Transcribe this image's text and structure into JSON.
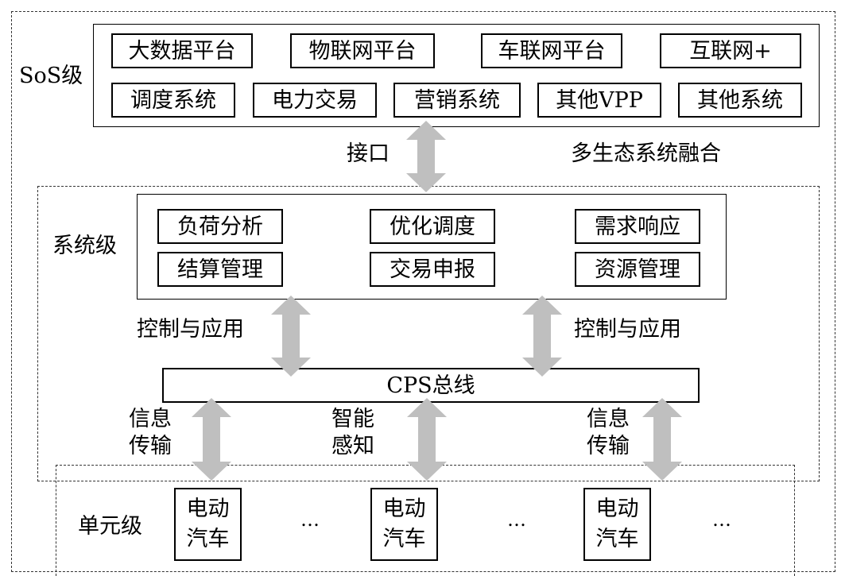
{
  "sos": {
    "label": "SoS级",
    "row1": [
      "大数据平台",
      "物联网平台",
      "车联网平台",
      "互联网+"
    ],
    "row2": [
      "调度系统",
      "电力交易",
      "营销系统",
      "其他VPP",
      "其他系统"
    ]
  },
  "interface_label": "接口",
  "fusion_label": "多生态系统融合",
  "system": {
    "label": "系统级",
    "row1": [
      "负荷分析",
      "优化调度",
      "需求响应"
    ],
    "row2": [
      "结算管理",
      "交易申报",
      "资源管理"
    ]
  },
  "control_label_left": "控制与应用",
  "control_label_right": "控制与应用",
  "bus_label": "CPS总线",
  "link_left": [
    "信息",
    "传输"
  ],
  "link_mid": [
    "智能",
    "感知"
  ],
  "link_right": [
    "信息",
    "传输"
  ],
  "unit": {
    "label": "单元级",
    "ev": [
      "电动",
      "汽车"
    ],
    "ellipsis": "…"
  },
  "colors": {
    "arrow": "#bfbfbf",
    "border": "#000000"
  }
}
